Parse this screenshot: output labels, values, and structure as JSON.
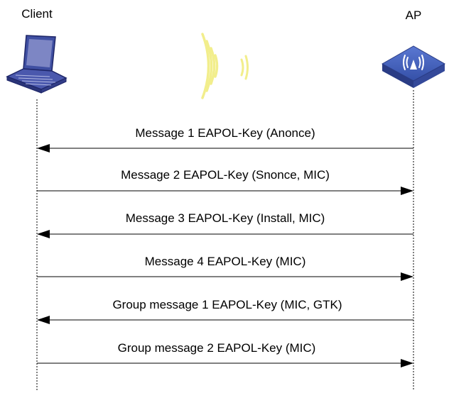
{
  "participants": {
    "client": {
      "label": "Client",
      "icon": "laptop-icon"
    },
    "ap": {
      "label": "AP",
      "icon": "access-point-icon"
    }
  },
  "wireless_icon": "wireless-signal-icon",
  "colors": {
    "laptop": "#3f4fa2",
    "laptop_screen": "#7d86c4",
    "ap_device": "#3b59b8",
    "signal": "#f2ee8c",
    "line": "#000000"
  },
  "messages": [
    {
      "label": "Message 1 EAPOL-Key (Anonce)",
      "direction": "ap-to-client"
    },
    {
      "label": "Message 2 EAPOL-Key (Snonce, MIC)",
      "direction": "client-to-ap"
    },
    {
      "label": "Message 3 EAPOL-Key (Install, MIC)",
      "direction": "ap-to-client"
    },
    {
      "label": "Message 4 EAPOL-Key (MIC)",
      "direction": "client-to-ap"
    },
    {
      "label": "Group message 1 EAPOL-Key (MIC, GTK)",
      "direction": "ap-to-client"
    },
    {
      "label": "Group message 2 EAPOL-Key (MIC)",
      "direction": "client-to-ap"
    }
  ]
}
